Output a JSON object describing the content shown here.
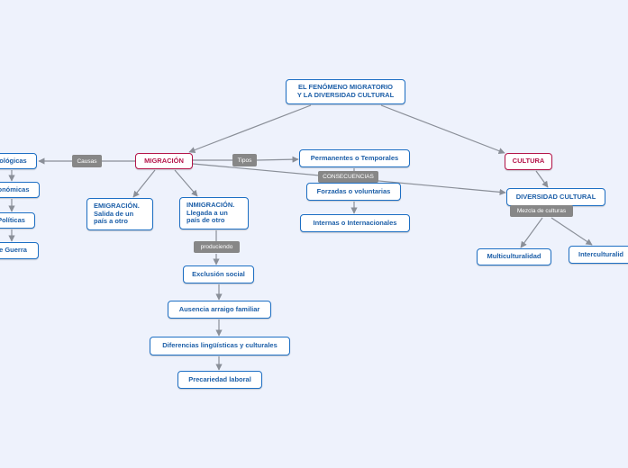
{
  "colors": {
    "background": "#eef2fc",
    "node_border": "#1d6fc4",
    "node_text": "#1d5fa8",
    "accent_red": "#b4154a",
    "tag_background": "#878787",
    "connector": "#8a8f98"
  },
  "nodes": {
    "root": "EL FENÓMENO MIGRATORIO\nY LA DIVERSIDAD CULTURAL",
    "migracion": "MIGRACIÓN",
    "cultura": "CULTURA",
    "causa_ecologicas": "ológicas",
    "causa_economicas": "onómicas",
    "causa_politicas": "Políticas",
    "causa_guerra": "e Guerra",
    "emigracion": "EMIGRACIÓN.\nSalida de un\npaís a otro",
    "inmigracion": "INMIGRACIÓN.\nLlegada a un\npaís de otro",
    "permanentes": "Permanentes o Temporales",
    "forzadas": "Forzadas o voluntarias",
    "internas": "Internas o Internacionales",
    "diversidad": "DIVERSIDAD CULTURAL",
    "multiculturalidad": "Multiculturalidad",
    "interculturalidad": "Interculturalid",
    "exclusion": "Exclusión social",
    "ausencia": "Ausencia arraigo familiar",
    "diferencias": "Diferencias lingüísticas y culturales",
    "precariedad": "Precariedad laboral"
  },
  "tags": {
    "causas": "Causas",
    "tipos": "Tipos",
    "consecuencias": "CONSECUENCIAS",
    "mezcla": "Mezcla de culturas",
    "produciendo": "produciendo"
  }
}
